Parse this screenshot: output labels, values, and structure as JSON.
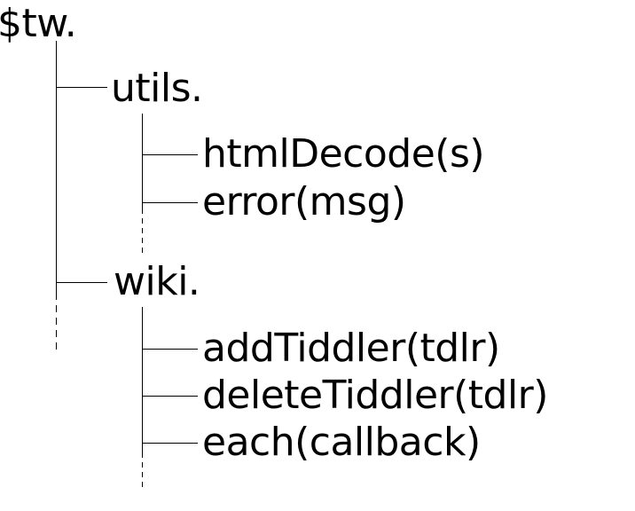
{
  "tree": {
    "root": "$tw.",
    "utils": {
      "label": "utils.",
      "items": [
        "htmlDecode(s)",
        "error(msg)"
      ]
    },
    "wiki": {
      "label": "wiki.",
      "items": [
        "addTiddler(tdlr)",
        "deleteTiddler(tdlr)",
        "each(callback)"
      ]
    }
  },
  "colors": {
    "text": "#000000",
    "lines": "#000000",
    "background": "#ffffff"
  }
}
